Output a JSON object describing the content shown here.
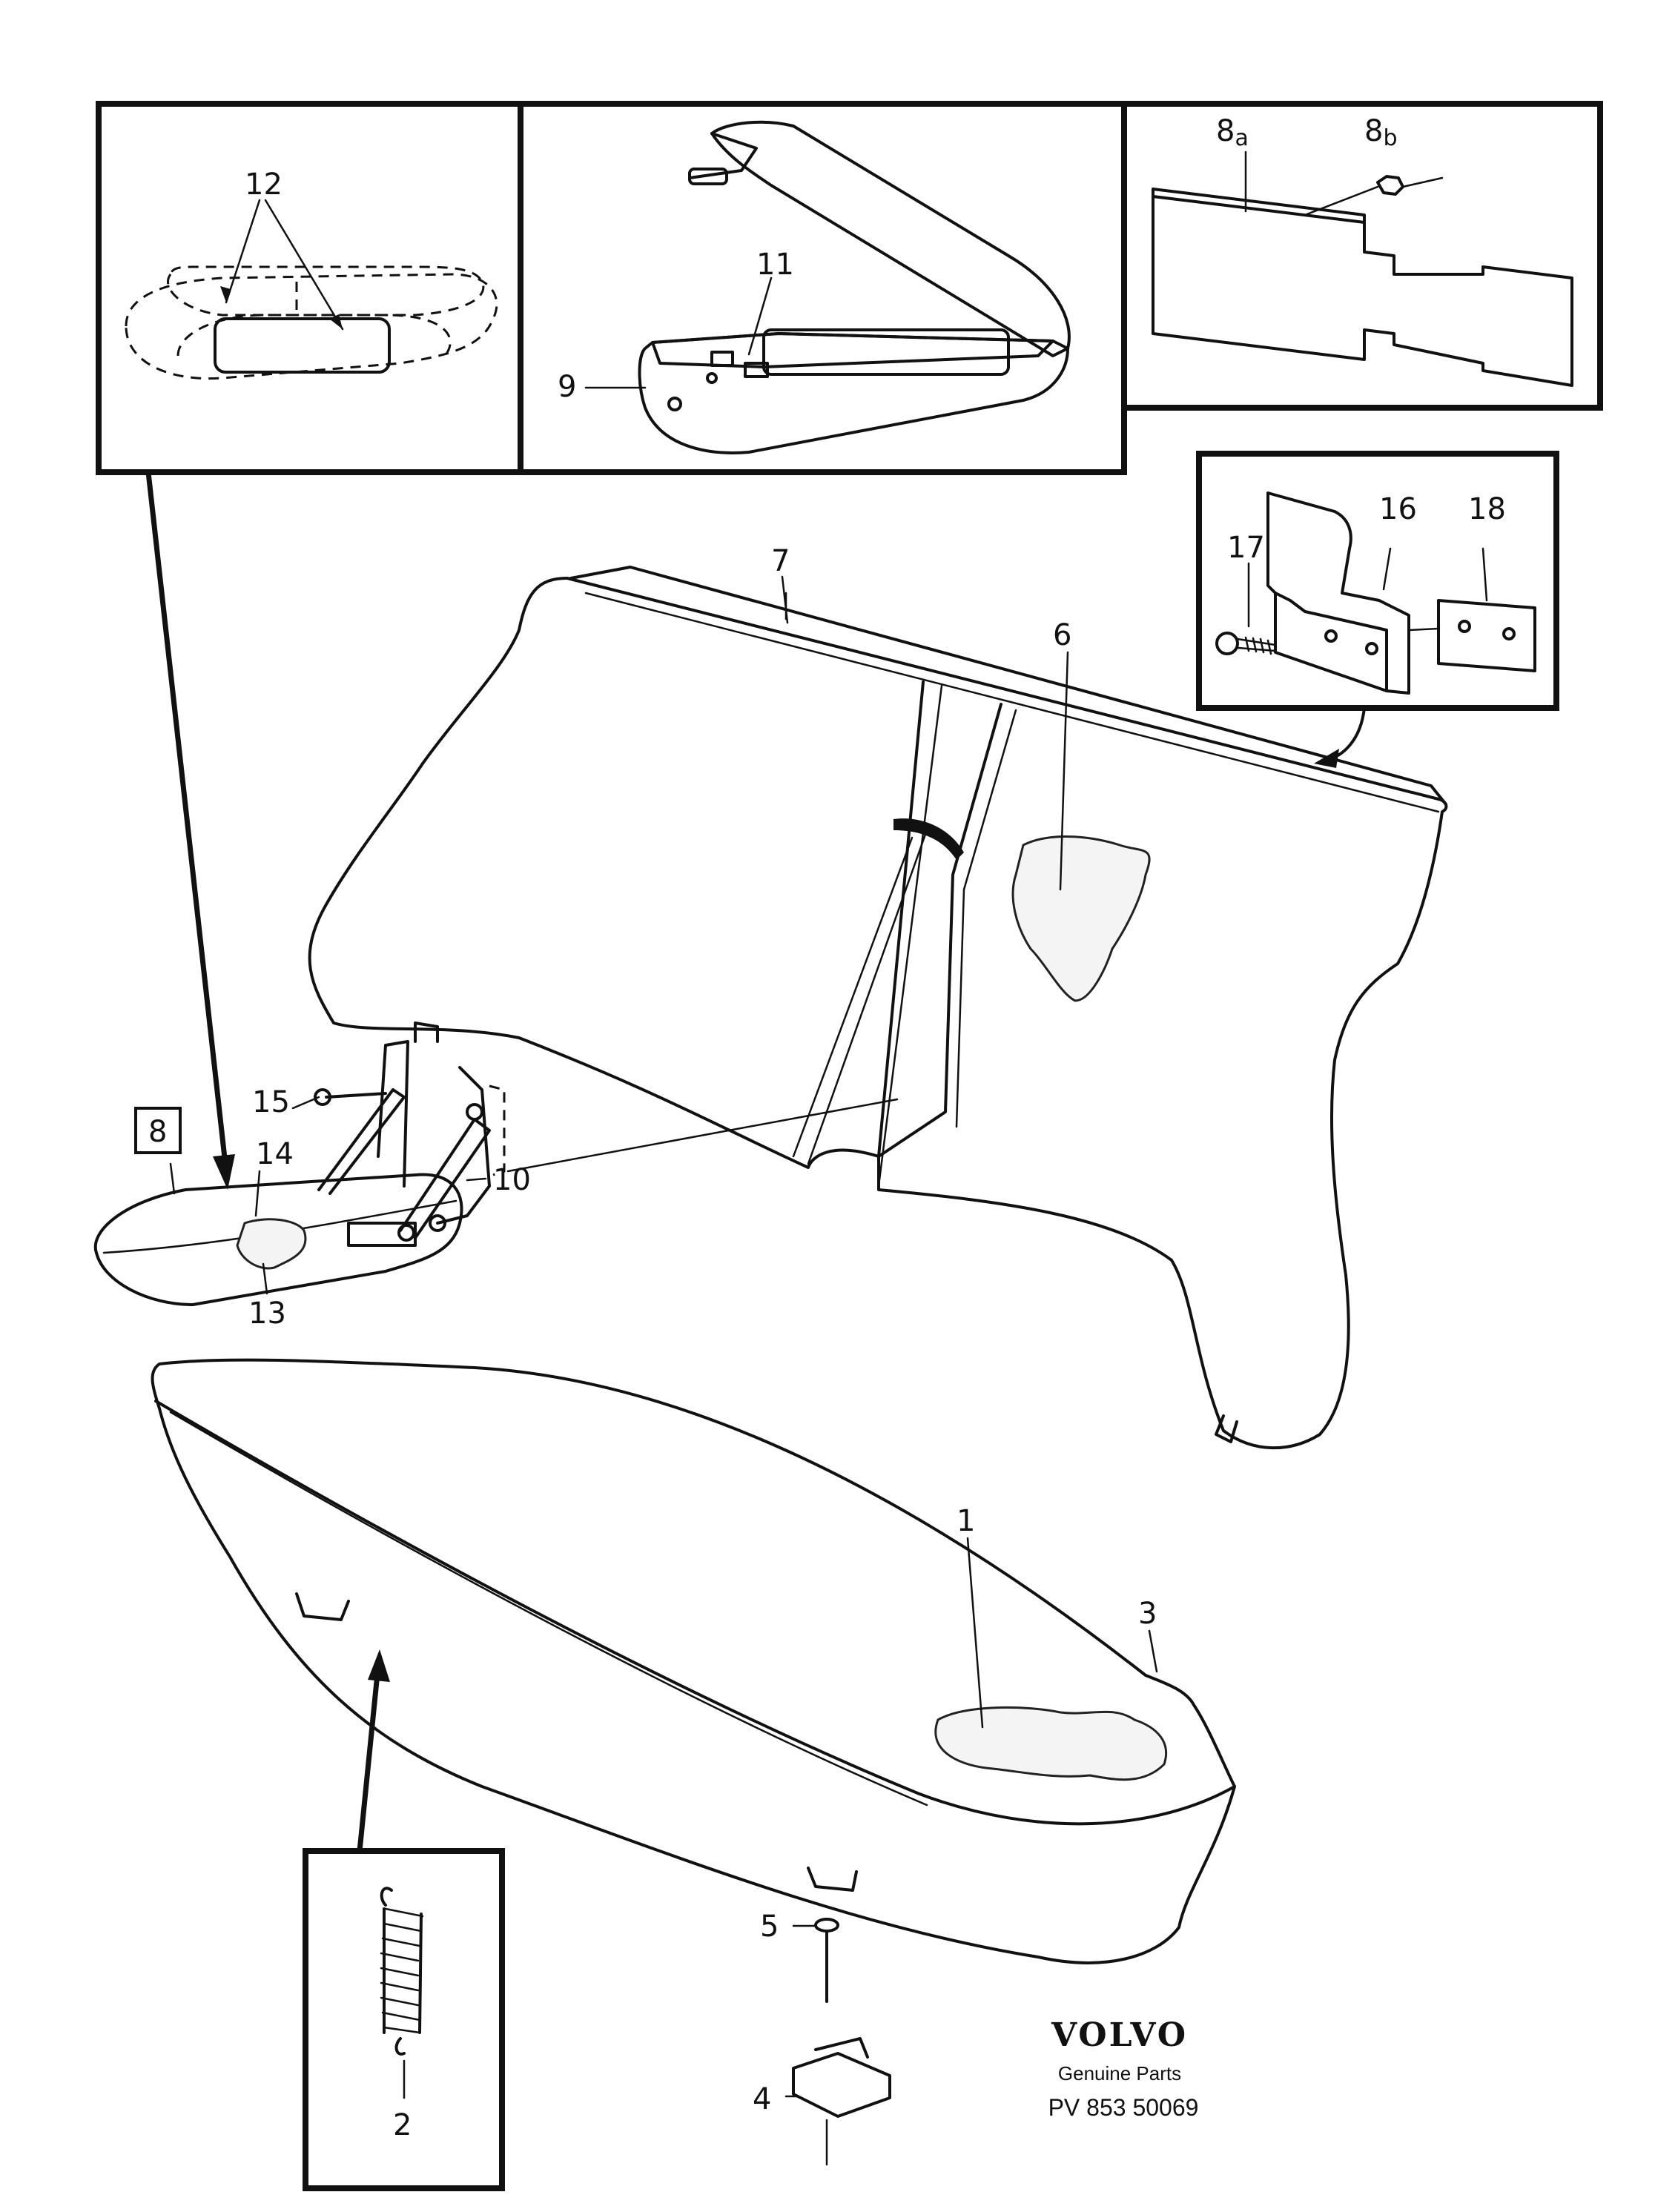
{
  "callouts": {
    "c1": "1",
    "c2": "2",
    "c3": "3",
    "c4": "4",
    "c5": "5",
    "c6": "6",
    "c7": "7",
    "c8": "8",
    "c8a_main": "8",
    "c8a_sub": "a",
    "c8b_main": "8",
    "c8b_sub": "b",
    "c9": "9",
    "c10": "10",
    "c11": "11",
    "c12": "12",
    "c13": "13",
    "c14": "14",
    "c15": "15",
    "c16": "16",
    "c17": "17",
    "c18": "18"
  },
  "footer": {
    "brand": "VOLVO",
    "tagline": "Genuine Parts",
    "reference": "PV 853 50069"
  }
}
